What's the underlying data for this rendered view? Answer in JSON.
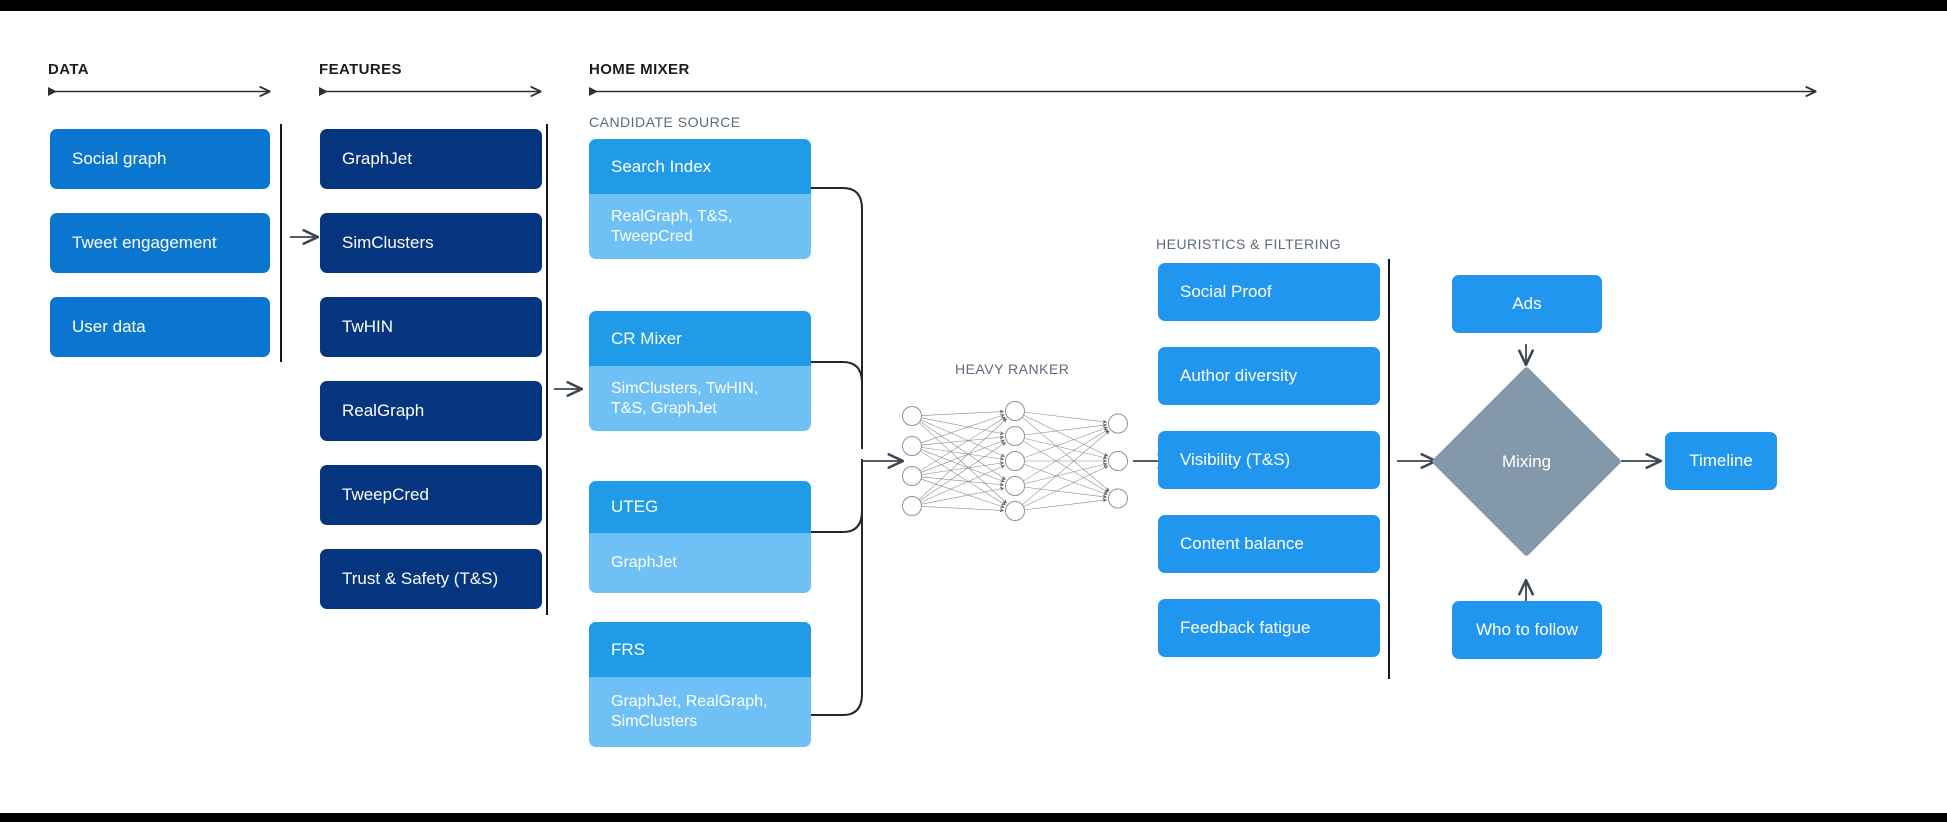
{
  "sections": {
    "data": {
      "label": "DATA"
    },
    "features": {
      "label": "FEATURES"
    },
    "home_mixer": {
      "label": "HOME MIXER"
    },
    "candidate_source": {
      "label": "CANDIDATE SOURCE"
    },
    "heavy_ranker": {
      "label": "HEAVY RANKER"
    },
    "heuristics": {
      "label": "HEURISTICS & FILTERING"
    }
  },
  "data_items": [
    {
      "label": "Social graph"
    },
    {
      "label": "Tweet engagement"
    },
    {
      "label": "User data"
    }
  ],
  "feature_items": [
    {
      "label": "GraphJet"
    },
    {
      "label": "SimClusters"
    },
    {
      "label": "TwHIN"
    },
    {
      "label": "RealGraph"
    },
    {
      "label": "TweepCred"
    },
    {
      "label": "Trust & Safety (T&S)"
    }
  ],
  "candidate_sources": [
    {
      "title": "Search Index",
      "features": "RealGraph, T&S, TweepCred"
    },
    {
      "title": "CR Mixer",
      "features": "SimClusters, TwHIN, T&S, GraphJet"
    },
    {
      "title": "UTEG",
      "features": "GraphJet"
    },
    {
      "title": "FRS",
      "features": "GraphJet, RealGraph, SimClusters"
    }
  ],
  "heuristic_items": [
    {
      "label": "Social Proof"
    },
    {
      "label": "Author diversity"
    },
    {
      "label": "Visibility (T&S)"
    },
    {
      "label": "Content balance"
    },
    {
      "label": "Feedback fatigue"
    }
  ],
  "outputs": {
    "ads": "Ads",
    "mixing": "Mixing",
    "who_to_follow": "Who to follow",
    "timeline": "Timeline"
  },
  "neural_net": {
    "input_nodes": 4,
    "hidden_nodes": 5,
    "output_nodes": 3
  },
  "colors": {
    "data_blue": "#0b76d0",
    "feature_navy": "#06357f",
    "source_header": "#1f9be8",
    "source_body": "#6fc0f5",
    "heuristic_blue": "#2196ee",
    "mixing_gray": "#8498ab",
    "label_gray": "#5b6b7c",
    "rule_dark": "#15171a",
    "background": "#ffffff",
    "letterbox": "#000000"
  }
}
